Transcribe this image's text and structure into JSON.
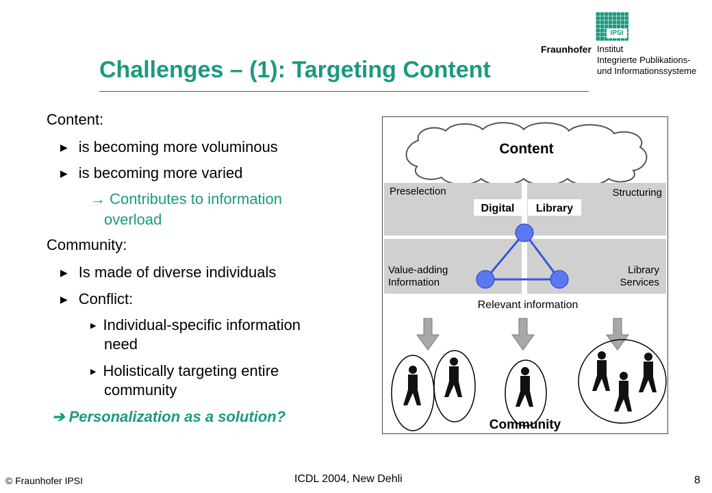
{
  "logo": {
    "org": "Fraunhofer",
    "badge": "IPSI",
    "institute_lines": [
      "Institut",
      "Integrierte Publikations-",
      "und Informationssysteme"
    ]
  },
  "title": "Challenges – (1): Targeting Content",
  "body": {
    "content_heading": "Content:",
    "content_items": [
      "is becoming more voluminous",
      "is becoming more varied"
    ],
    "content_note_lines": [
      "Contributes to information",
      "overload"
    ],
    "community_heading": "Community:",
    "community_items": [
      "Is made of diverse individuals",
      "Conflict:"
    ],
    "conflict_items": [
      {
        "lines": [
          "Individual-specific information",
          "need"
        ]
      },
      {
        "lines": [
          "Holistically targeting entire",
          "community"
        ]
      }
    ],
    "conclusion": "Personalization as a solution?"
  },
  "diagram": {
    "cloud_label": "Content",
    "preselection": "Preselection",
    "structuring": "Structuring",
    "digital": "Digital",
    "library": "Library",
    "value_adding": [
      "Value-adding",
      "Information"
    ],
    "library_services": [
      "Library",
      "Services"
    ],
    "relevant": "Relevant information",
    "community": "Community"
  },
  "footer": {
    "copyright": "© Fraunhofer IPSI",
    "conference": "ICDL 2004, New Dehli",
    "page": "8"
  },
  "colors": {
    "accent": "#1a9a80",
    "node": "#4a6cf0",
    "panel": "#d0d0d0"
  }
}
